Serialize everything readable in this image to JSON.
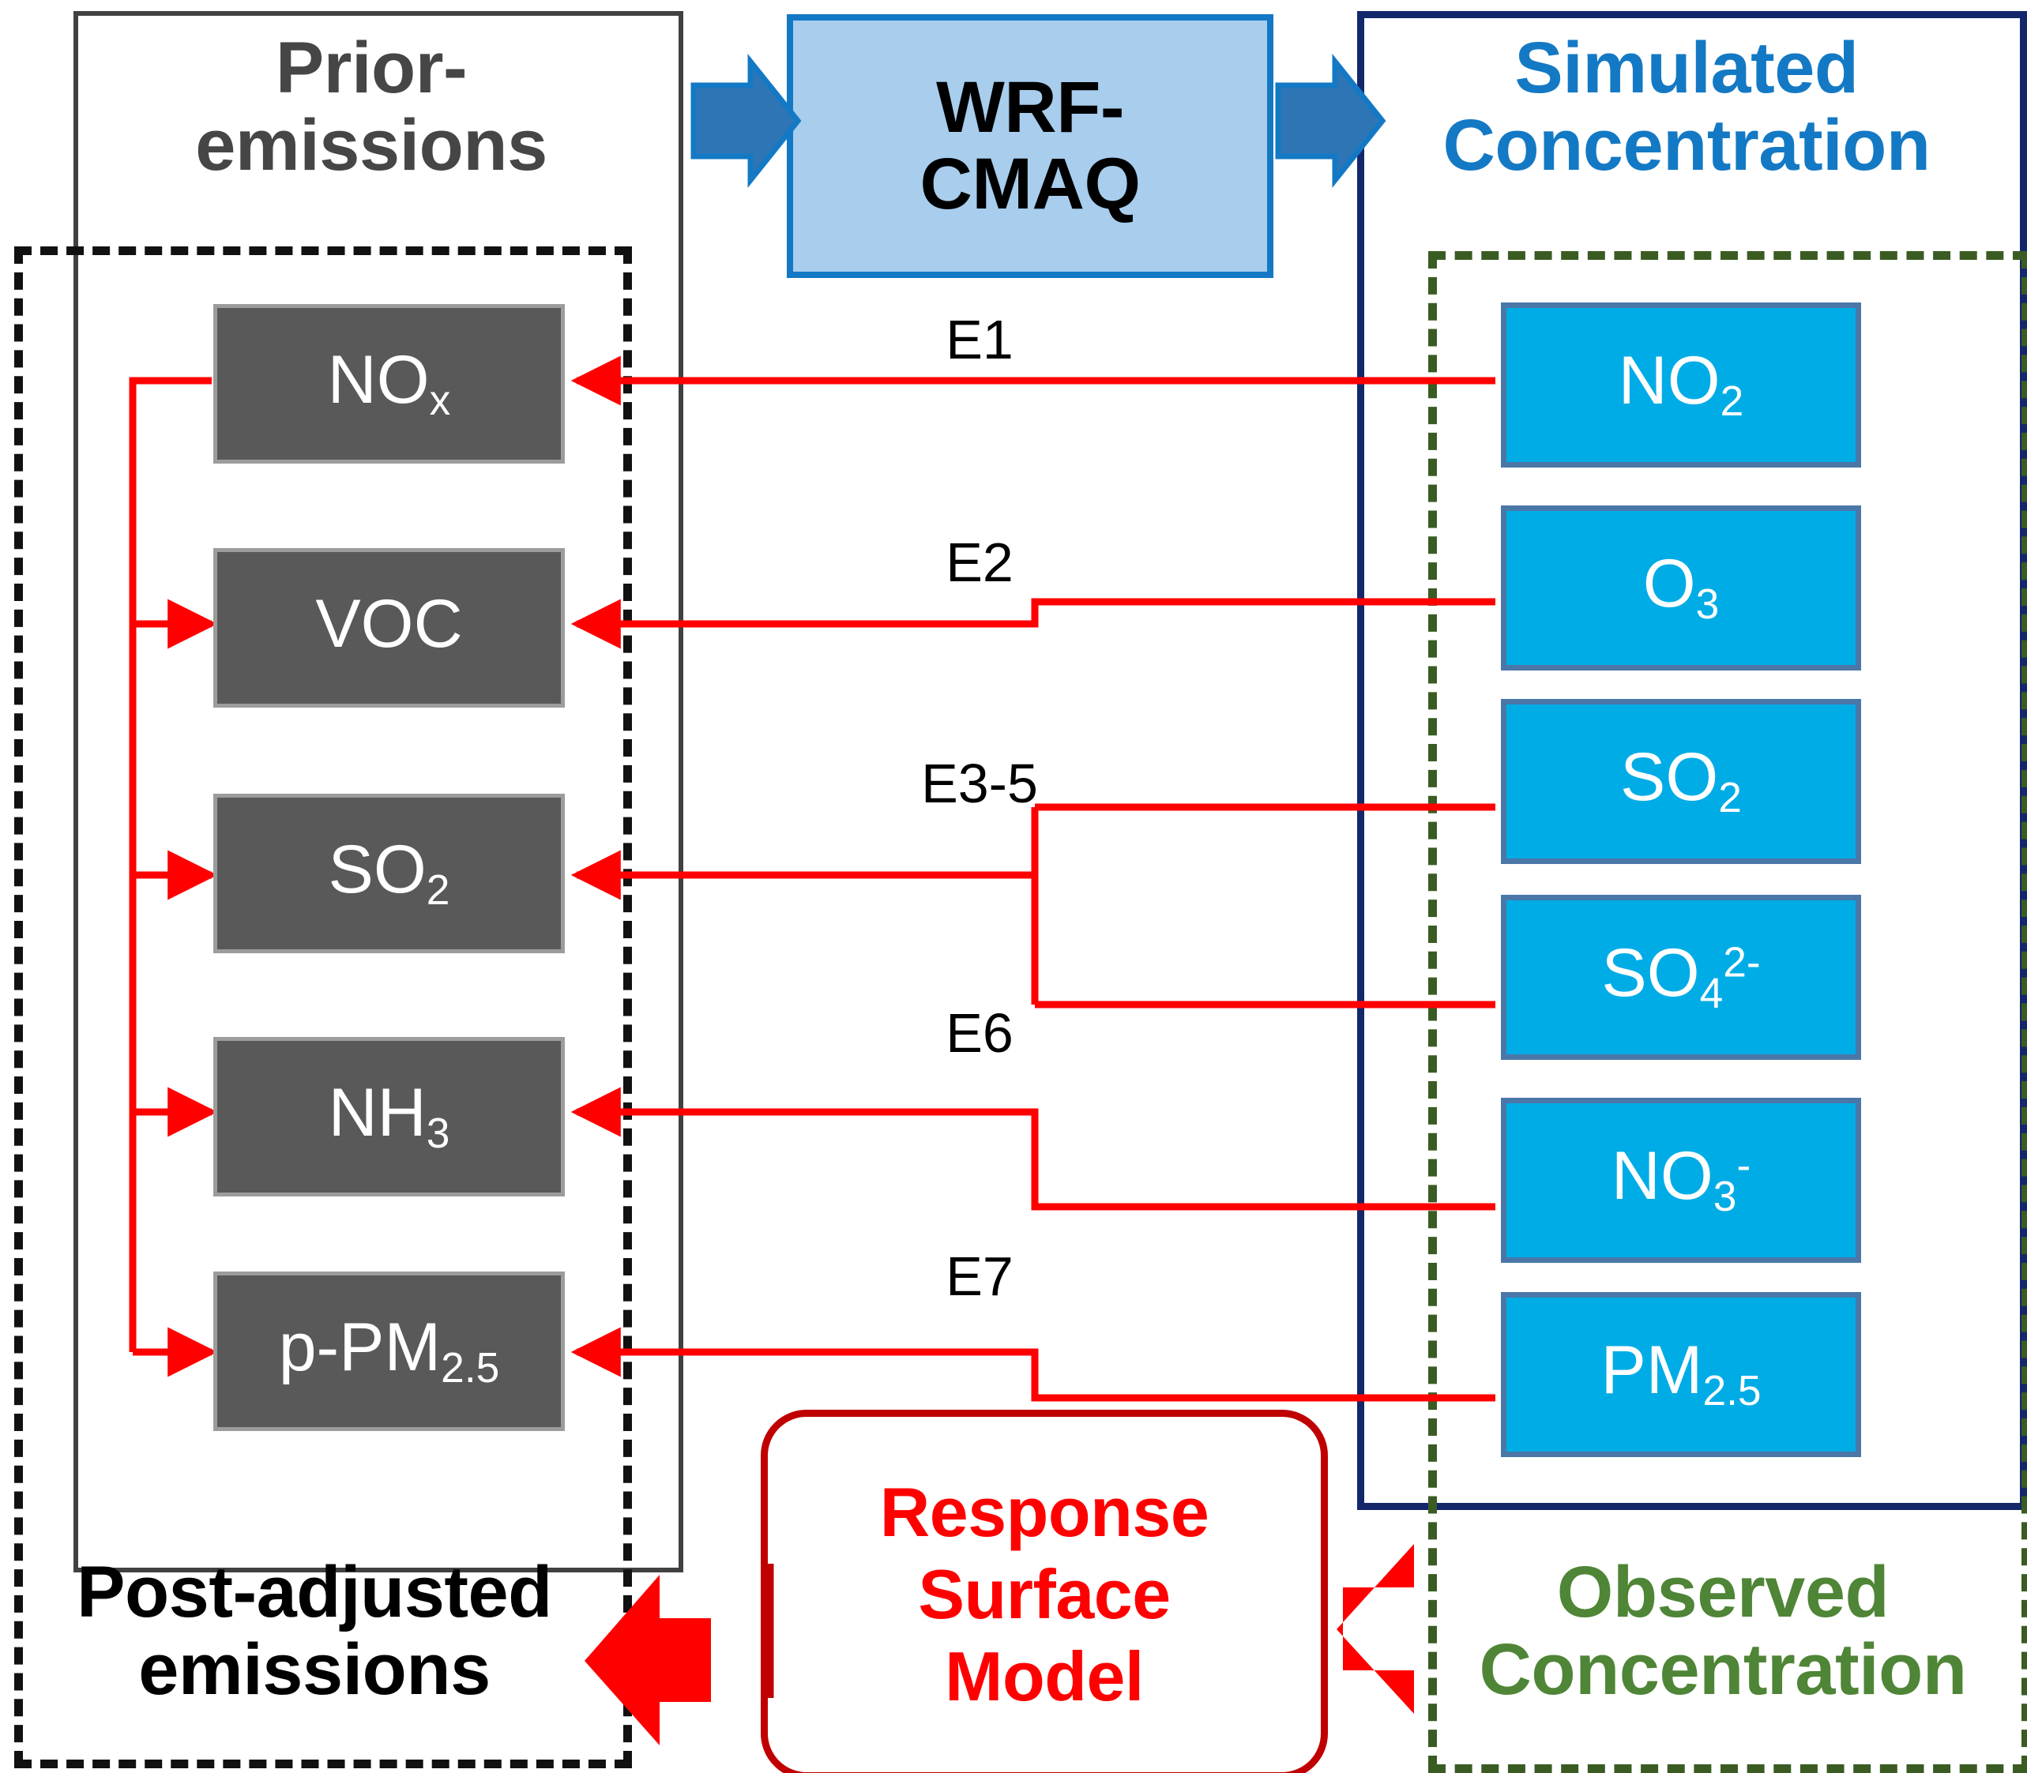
{
  "title_blocks": {
    "prior_emissions": "Prior-\nemissions",
    "simulated_concentration": "Simulated\nConcentration",
    "post_adjusted_emissions": "Post-adjusted\nemissions",
    "observed_concentration": "Observed\nConcentration"
  },
  "process": {
    "wrf_cmaq": "WRF-\nCMAQ",
    "response_surface_model": "Response\nSurface\nModel"
  },
  "emissions": [
    {
      "id": "nox",
      "base": "NO",
      "sub": "x",
      "sup": ""
    },
    {
      "id": "voc",
      "base": "VOC",
      "sub": "",
      "sup": ""
    },
    {
      "id": "so2",
      "base": "SO",
      "sub": "2",
      "sup": ""
    },
    {
      "id": "nh3",
      "base": "NH",
      "sub": "3",
      "sup": ""
    },
    {
      "id": "ppm25",
      "base": "p-PM",
      "sub": "2.5",
      "sup": ""
    }
  ],
  "concentrations": [
    {
      "id": "no2",
      "base": "NO",
      "sub": "2",
      "sup": ""
    },
    {
      "id": "o3",
      "base": "O",
      "sub": "3",
      "sup": ""
    },
    {
      "id": "so2",
      "base": "SO",
      "sub": "2",
      "sup": ""
    },
    {
      "id": "so4",
      "base": "SO",
      "sub": "4",
      "sup": "2-"
    },
    {
      "id": "no3",
      "base": "NO",
      "sub": "3",
      "sup": "-"
    },
    {
      "id": "pm25",
      "base": "PM",
      "sub": "2.5",
      "sup": ""
    }
  ],
  "edge_labels": {
    "e1": "E1",
    "e2": "E2",
    "e3_5": "E3-5",
    "e6": "E6",
    "e7": "E7"
  },
  "colors": {
    "emission_box_fill": "#595959",
    "emission_box_border": "#9c9c9c",
    "concentration_box_fill": "#00ace6",
    "concentration_box_border": "#4a77a8",
    "wrf_cmaq_fill": "#a8cded",
    "wrf_cmaq_border": "#1479c4",
    "blue_arrow": "#2e75b6",
    "red_connector": "#ff0000",
    "red_big_arrow": "#ff0000",
    "rsm_border": "#c00000",
    "rsm_text": "#ff0000",
    "prior_heading": "#464646",
    "simulated_heading": "#1479c4",
    "observed_heading": "#4f8536",
    "post_heading": "#000000",
    "navy_frame": "#14276b",
    "green_dashed_frame": "#3a5c22",
    "gray_solid_frame": "#414141",
    "black_dashed_frame": "#111111"
  }
}
